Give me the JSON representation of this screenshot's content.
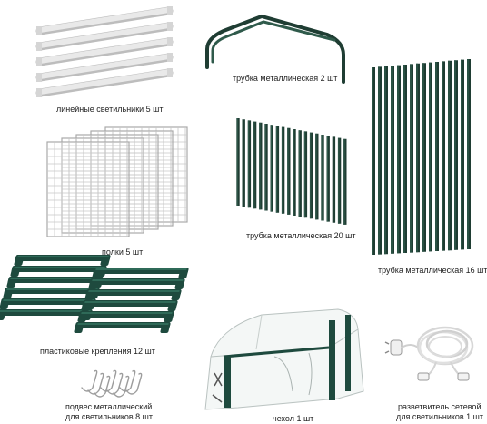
{
  "captions": {
    "lights": "линейные светильники 5 шт",
    "arch_tube": "трубка металлическая 2 шт",
    "tube20": "трубка металлическая 20 шт",
    "tube16": "трубка металлическая 16 шт",
    "shelves": "полки 5 шт",
    "clips": "пластиковые крепления 12 шт",
    "hooks_line1": "подвес металлический",
    "hooks_line2": "для светильников 8 шт",
    "cover": "чехол 1 шт",
    "splitter_line1": "разветвитель сетевой",
    "splitter_line2": "для светильников 1 шт"
  },
  "colors": {
    "tube": "#2f5a4b",
    "tube_dark": "#1f3d33",
    "clip": "#1e4a3e",
    "wire": "#c7c7c7",
    "light_body": "#e9e9e9",
    "cable": "#eeeeee"
  }
}
